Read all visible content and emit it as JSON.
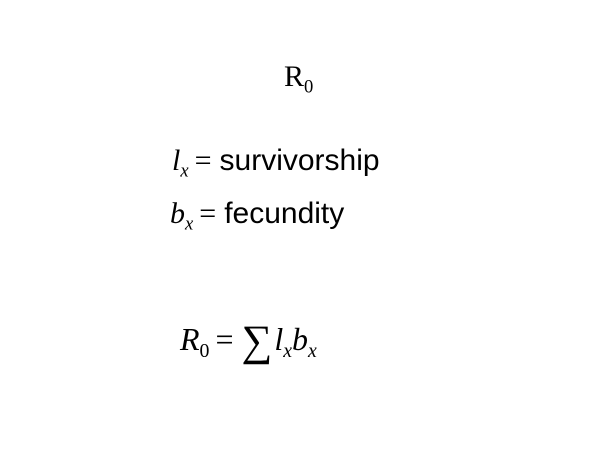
{
  "title": {
    "symbol": "R",
    "subscript": "0"
  },
  "definitions": [
    {
      "symbol": "l",
      "subscript": "x",
      "equals": "=",
      "meaning": "survivorship"
    },
    {
      "symbol": "b",
      "subscript": "x",
      "equals": "=",
      "meaning": "fecundity"
    }
  ],
  "formula": {
    "lhs": "R",
    "lhs_sub": "0",
    "equals": "=",
    "sum": "∑",
    "term1": "l",
    "term1_sub": "x",
    "term2": "b",
    "term2_sub": "x"
  }
}
